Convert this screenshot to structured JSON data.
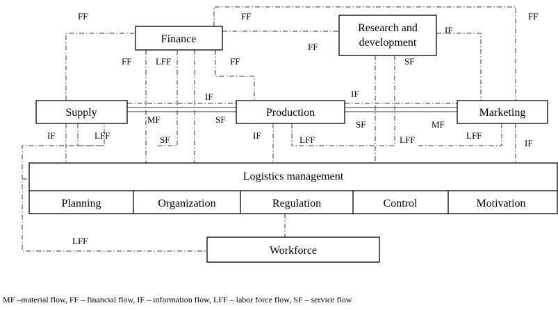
{
  "nodes": {
    "finance": "Finance",
    "rnd_line1": "Research and",
    "rnd_line2": "development",
    "supply": "Supply",
    "production": "Production",
    "marketing": "Marketing",
    "logistics": "Logistics management",
    "workforce": "Workforce"
  },
  "functions": [
    "Planning",
    "Organization",
    "Regulation",
    "Control",
    "Motivation"
  ],
  "flow_labels": {
    "ff": "FF",
    "if": "IF",
    "lff": "LFF",
    "sf": "SF",
    "mf": "MF"
  },
  "caption": "MF –material flow, FF – financial flow, IF – information flow, LFF – labor force flow, SF – service flow"
}
